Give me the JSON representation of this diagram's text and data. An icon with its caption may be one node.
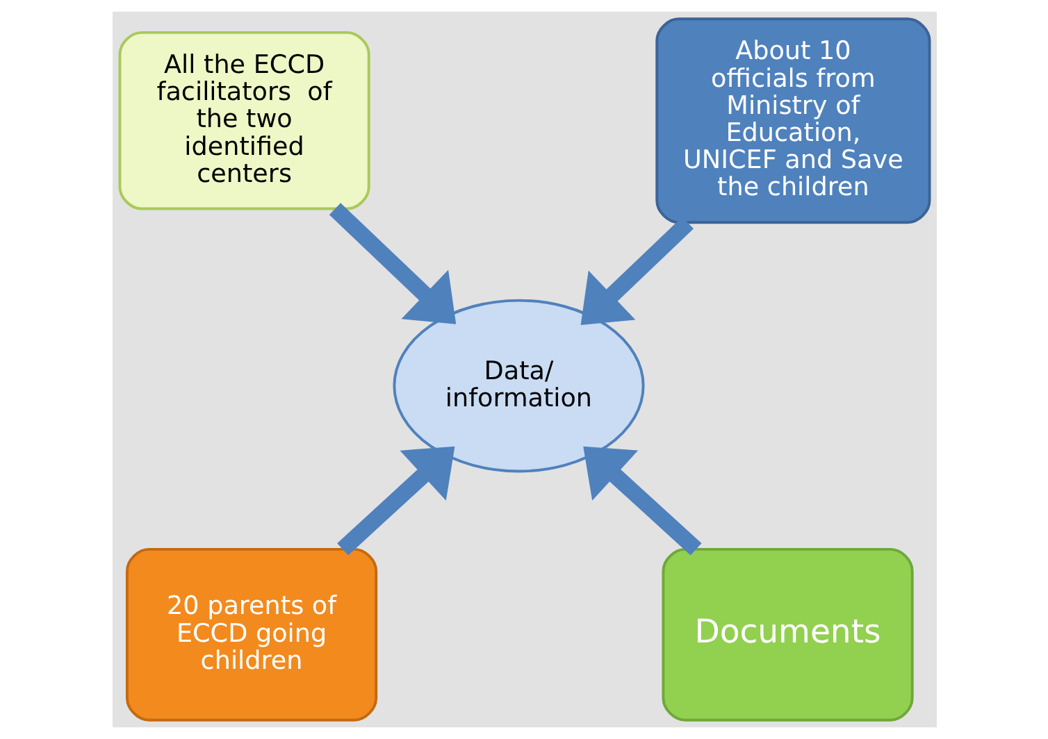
{
  "diagram": {
    "nodes": [
      {
        "text": [
          "All the ECCD facilitators  of the two identified centers"
        ]
      },
      {
        "text": [
          "About 10 officials from Ministry of Education, UNICEF and Save the children"
        ]
      },
      {
        "text": [
          "Data/ information"
        ]
      },
      {
        "text": [
          "20 parents of ECCD going children"
        ]
      },
      {
        "text": [
          "Documents"
        ]
      }
    ],
    "edges": [
      {
        "from": 0,
        "to": 2,
        "arrow": "to"
      },
      {
        "from": 1,
        "to": 2,
        "arrow": "to"
      },
      {
        "from": 3,
        "to": 2,
        "arrow": "to"
      },
      {
        "from": 4,
        "to": 2,
        "arrow": "to"
      }
    ]
  }
}
